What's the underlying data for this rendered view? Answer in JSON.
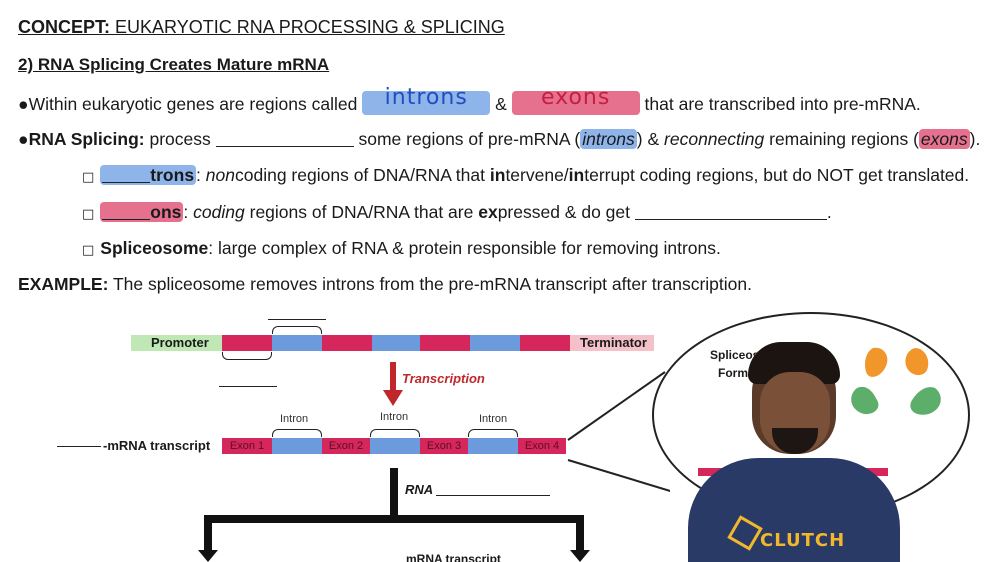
{
  "header": {
    "concept_prefix": "CONCEPT:",
    "concept_title": "EUKARYOTIC RNA PROCESSING & SPLICING",
    "section": "2) RNA Splicing Creates Mature mRNA"
  },
  "bullets": {
    "b1_start": "●Within eukaryotic genes are regions called",
    "b1_fill1": "introns",
    "b1_amp": "&",
    "b1_fill2": "exons",
    "b1_end": "that are transcribed into pre-mRNA.",
    "b2_bold": "●RNA Splicing:",
    "b2_a": "process",
    "b2_b": "some regions of pre-mRNA (",
    "b2_introns": "introns",
    "b2_c": ") &",
    "b2_reconnecting": "reconnecting",
    "b2_d": "remaining regions (",
    "b2_exons": "exons",
    "b2_e": ").",
    "sub1_head": "trons",
    "sub1_colon": ":",
    "sub1_non": "non",
    "sub1_a": "coding regions of DNA/RNA that",
    "sub1_in1": "in",
    "sub1_b": "tervene/",
    "sub1_in2": "in",
    "sub1_c": "terrupt coding regions, but do NOT get translated.",
    "sub2_head": "ons",
    "sub2_colon": ":",
    "sub2_coding": "coding",
    "sub2_a": "regions of DNA/RNA that are",
    "sub2_ex": "ex",
    "sub2_b": "pressed & do get",
    "sub2_end": ".",
    "sub3_head": "Spliceosome",
    "sub3_text": ": large complex of RNA & protein responsible for removing introns.",
    "checkbox": "□"
  },
  "example": {
    "label": "EXAMPLE:",
    "text": "The spliceosome removes introns from the pre-mRNA transcript after transcription."
  },
  "diagram": {
    "promoter": "Promoter",
    "terminator": "Terminator",
    "transcription": "Transcription",
    "transcript_label": "-mRNA transcript",
    "exons": [
      "Exon 1",
      "Exon 2",
      "Exon 3",
      "Exon 4"
    ],
    "intron": "Intron",
    "rna_label": "RNA",
    "mrna_label": "mRNA transcript",
    "bubble_title_1": "Spliceoso",
    "bubble_title_2": "Format",
    "logo": "CLUTCH",
    "colors": {
      "exon": "#d6275d",
      "intron": "#6b9bdc",
      "promoter": "#bfe8b4",
      "terminator": "#f4c1c8",
      "arrow_red": "#c0272d"
    }
  }
}
